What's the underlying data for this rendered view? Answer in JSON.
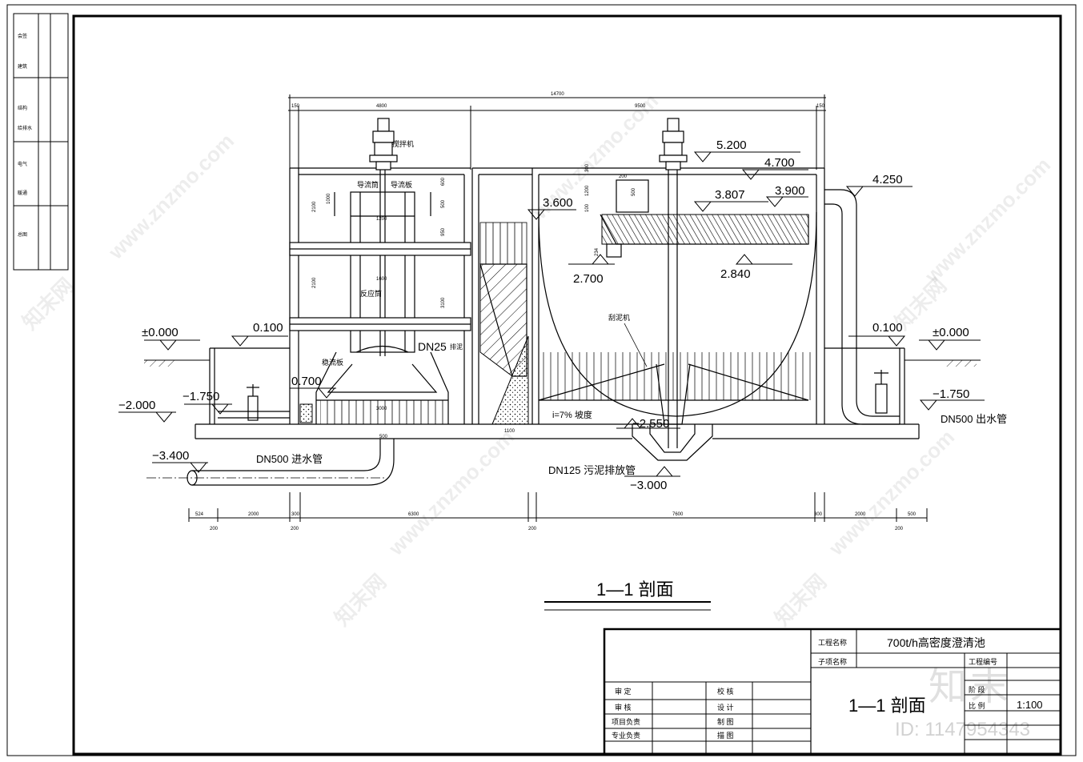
{
  "drawing": {
    "dims_top": {
      "total": "14700",
      "left_wall": "150",
      "left_span": "4800",
      "right_span": "9500",
      "right_wall": "150"
    },
    "dims_bottom": [
      "524",
      "2000",
      "300",
      "6300",
      "200",
      "7600",
      "300",
      "2000",
      "500"
    ],
    "dims_bottom_sub": [
      "200",
      "200",
      "200"
    ],
    "dims_side_left": [
      "2100",
      "2100"
    ],
    "dims_inner": [
      "1000",
      "600",
      "500",
      "950",
      "1200",
      "1600",
      "3100",
      "1100",
      "3000",
      "500"
    ],
    "dims_tank_top": [
      "200",
      "300",
      "1200",
      "500",
      "100",
      "234"
    ],
    "elevations": {
      "e5200": "5.200",
      "e4700": "4.700",
      "e4250": "4.250",
      "e3900": "3.900",
      "e3807": "3.807",
      "e3600": "3.600",
      "e2840": "2.840",
      "e2700": "2.700",
      "e0700": "0.700",
      "e0100_left": "0.100",
      "e0100_right": "0.100",
      "e0000_left": "±0.000",
      "e0000_right": "±0.000",
      "em1750_left": "−1.750",
      "em1750_right": "−1.750",
      "em2000": "−2.000",
      "em2550": "−2.550",
      "em3000": "−3.000",
      "em3400": "−3.400"
    },
    "labels": {
      "mixer": "搅拌机",
      "guide_left": "导流筒",
      "guide_right": "导流板",
      "reactor": "反应筒",
      "skirt": "稳流板",
      "scraper": "刮泥机",
      "slope": "i=7% 坡度",
      "dn25": "DN25",
      "dn25_suffix": "排泥",
      "inlet_pipe": "DN500 进水管",
      "outlet_pipe": "DN500 出水管",
      "sludge_pipe": "DN125 污泥排放管"
    },
    "section_title": "1—1 剖面"
  },
  "title_block": {
    "project_label": "工程名称",
    "project_value": "700t/h高密度澄清池",
    "subproject_label": "子项名称",
    "drawing_no_label": "工程编号",
    "drawing_name": "1—1 剖面",
    "scale_label": "比 例",
    "scale_value": "1:100",
    "phase_label": "阶 段",
    "sig_left": [
      "审 定",
      "审 核",
      "项目负责",
      "专业负责"
    ],
    "sig_right": [
      "校 核",
      "设 计",
      "制 图",
      "描 图"
    ]
  },
  "margin_table": [
    "会签",
    "建筑",
    "结构",
    "给排水",
    "电气",
    "暖通",
    "总图"
  ],
  "watermark": {
    "site": "www.znzmo.com",
    "brand": "知末网",
    "logo": "知末",
    "id": "ID: 1147954343"
  }
}
